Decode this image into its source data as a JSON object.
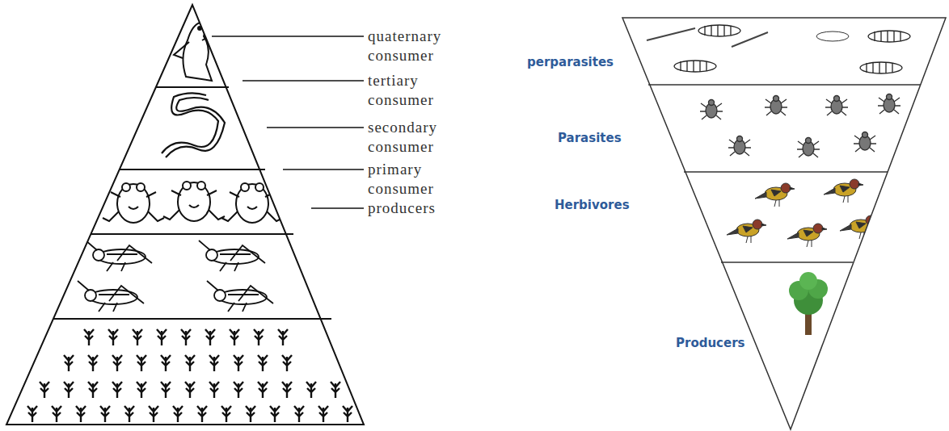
{
  "diagram": {
    "labels": [
      "quaternary consumer",
      "tertiary consumer",
      "secondary consumer",
      "primary consumer",
      "producers",
      "perparasites",
      "Parasites",
      "Herbivores",
      "Producers"
    ]
  }
}
